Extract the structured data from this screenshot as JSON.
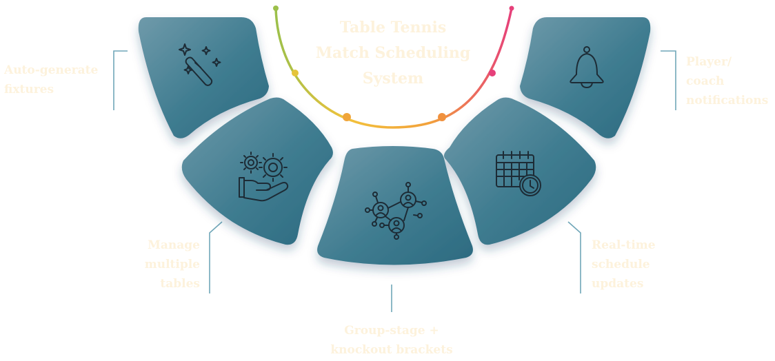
{
  "title": "Table Tennis\nMatch Scheduling\nSystem",
  "colors": {
    "card_dark": "#2e6f85",
    "card_light": "#6b97a6",
    "label_text": "#fdf2dc",
    "connector": "#6fa6b8",
    "arc_start": "#9cc04a",
    "arc_mid": "#f2a13b",
    "arc_end": "#e6407a"
  },
  "features": [
    {
      "label": "Auto-generate\nfixtures",
      "icon": "magic-wand-icon"
    },
    {
      "label": "Manage\nmultiple\ntables",
      "icon": "gears-hand-icon"
    },
    {
      "label": "Group-stage +\nknockout brackets",
      "icon": "network-people-icon"
    },
    {
      "label": "Real-time\nschedule\nupdates",
      "icon": "calendar-clock-icon"
    },
    {
      "label": "Player/\ncoach\nnotifications",
      "icon": "bell-icon"
    }
  ]
}
